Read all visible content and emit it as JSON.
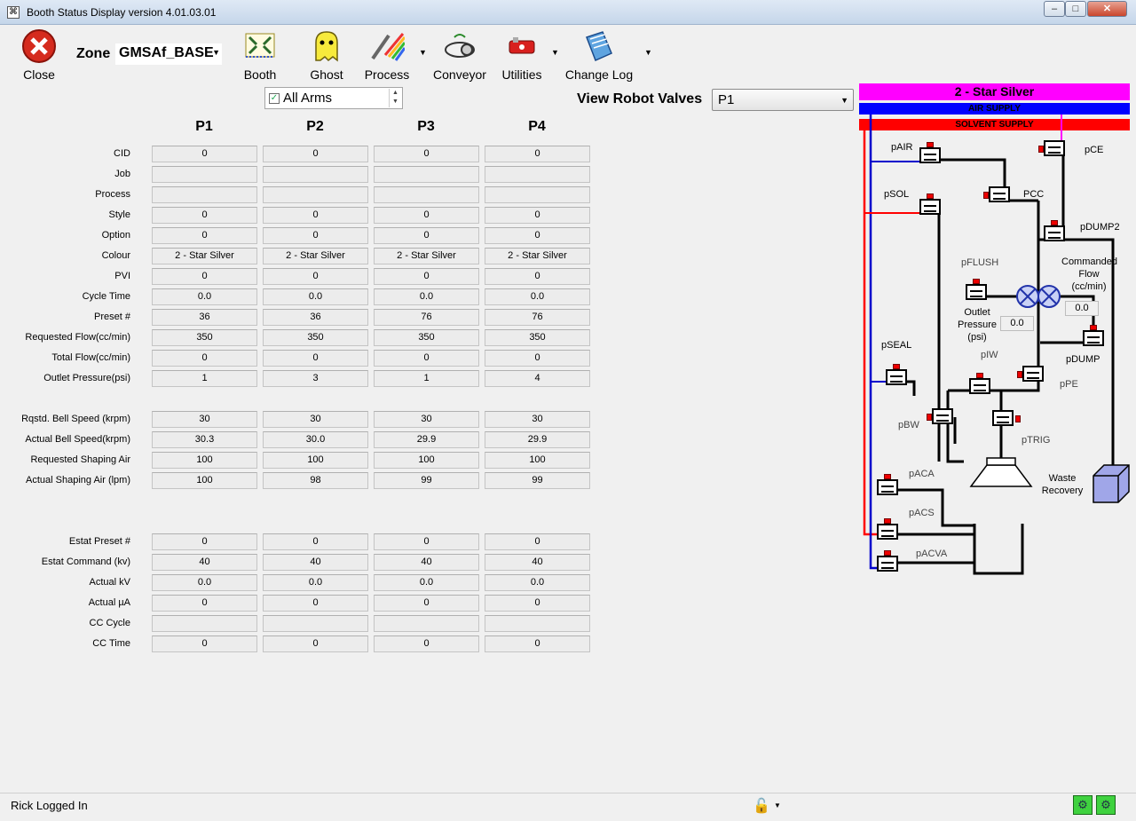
{
  "window": {
    "title": "Booth Status Display  version  4.01.03.01",
    "min": "–",
    "max": "□",
    "close": "✕"
  },
  "toolbar": {
    "close_label": "Close",
    "zone_label": "Zone",
    "zone_value": "GMSAf_BASE",
    "booth_label": "Booth",
    "ghost_label": "Ghost",
    "process_label": "Process",
    "conveyor_label": "Conveyor",
    "utilities_label": "Utilities",
    "changelog_label": "Change Log"
  },
  "arms": {
    "label": "All Arms",
    "checked": "✓"
  },
  "valves": {
    "label": "View Robot Valves",
    "value": "P1"
  },
  "columns": [
    "P1",
    "P2",
    "P3",
    "P4"
  ],
  "rows": [
    {
      "label": "CID",
      "values": [
        "0",
        "0",
        "0",
        "0"
      ]
    },
    {
      "label": "Job",
      "values": [
        "",
        "",
        "",
        ""
      ]
    },
    {
      "label": "Process",
      "values": [
        "",
        "",
        "",
        ""
      ]
    },
    {
      "label": "Style",
      "values": [
        "0",
        "0",
        "0",
        "0"
      ]
    },
    {
      "label": "Option",
      "values": [
        "0",
        "0",
        "0",
        "0"
      ]
    },
    {
      "label": "Colour",
      "values": [
        "2 - Star Silver",
        "2 - Star Silver",
        "2 - Star Silver",
        "2 - Star Silver"
      ]
    },
    {
      "label": "PVI",
      "values": [
        "0",
        "0",
        "0",
        "0"
      ]
    },
    {
      "label": "Cycle Time",
      "values": [
        "0.0",
        "0.0",
        "0.0",
        "0.0"
      ]
    },
    {
      "label": "Preset #",
      "values": [
        "36",
        "36",
        "76",
        "76"
      ]
    },
    {
      "label": "Requested Flow(cc/min)",
      "values": [
        "350",
        "350",
        "350",
        "350"
      ]
    },
    {
      "label": "Total Flow(cc/min)",
      "values": [
        "0",
        "0",
        "0",
        "0"
      ]
    },
    {
      "label": "Outlet Pressure(psi)",
      "values": [
        "1",
        "3",
        "1",
        "4"
      ]
    },
    {
      "label": "Rqstd. Bell Speed (krpm)",
      "values": [
        "30",
        "30",
        "30",
        "30"
      ]
    },
    {
      "label": "Actual Bell Speed(krpm)",
      "values": [
        "30.3",
        "30.0",
        "29.9",
        "29.9"
      ]
    },
    {
      "label": "Requested Shaping Air",
      "values": [
        "100",
        "100",
        "100",
        "100"
      ]
    },
    {
      "label": "Actual Shaping Air (lpm)",
      "values": [
        "100",
        "98",
        "99",
        "99"
      ]
    },
    {
      "label": "Estat Preset #",
      "values": [
        "0",
        "0",
        "0",
        "0"
      ]
    },
    {
      "label": "Estat Command (kv)",
      "values": [
        "40",
        "40",
        "40",
        "40"
      ]
    },
    {
      "label": "Actual kV",
      "values": [
        "0.0",
        "0.0",
        "0.0",
        "0.0"
      ]
    },
    {
      "label": "Actual µA",
      "values": [
        "0",
        "0",
        "0",
        "0"
      ]
    },
    {
      "label": "CC Cycle",
      "values": [
        "",
        "",
        "",
        ""
      ]
    },
    {
      "label": "CC Time",
      "values": [
        "0",
        "0",
        "0",
        "0"
      ]
    }
  ],
  "diagram": {
    "title": "2 - Star Silver",
    "air_supply": "AIR SUPPLY",
    "solvent_supply": "SOLVENT SUPPLY",
    "labels": {
      "pAIR": "pAIR",
      "pCE": "pCE",
      "pSOL": "pSOL",
      "PCC": "PCC",
      "pDUMP2": "pDUMP2",
      "pFLUSH": "pFLUSH",
      "commanded": "Commanded\nFlow\n(cc/min)",
      "outlet": "Outlet\nPressure\n(psi)",
      "pSEAL": "pSEAL",
      "pIW": "pIW",
      "pDUMP": "pDUMP",
      "pPE": "pPE",
      "pBW": "pBW",
      "pTRIG": "pTRIG",
      "pACA": "pACA",
      "waste": "Waste\nRecovery",
      "pACS": "pACS",
      "pACVA": "pACVA"
    },
    "commanded_value": "0.0",
    "outlet_value": "0.0"
  },
  "status": {
    "user": "Rick Logged In"
  },
  "colors": {
    "title": "#ff00ff",
    "air": "#0000ff",
    "solvent": "#ff0000"
  }
}
